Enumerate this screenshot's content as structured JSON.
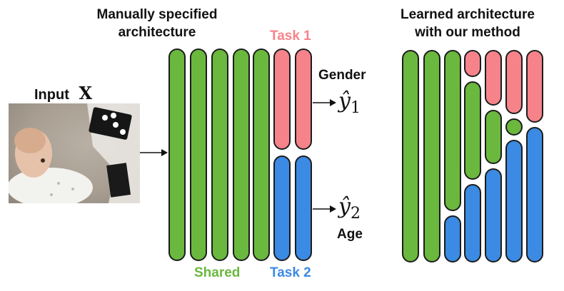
{
  "left_title": [
    "Manually specified",
    "architecture"
  ],
  "right_title": [
    "Learned architecture",
    "with our method"
  ],
  "input_label": "Input",
  "input_var": "X",
  "task1_label": "Task 1",
  "task2_label": "Task 2",
  "shared_label": "Shared",
  "gender_label": "Gender",
  "age_label": "Age",
  "y1_symbol": "ŷ",
  "y1_sub": "1",
  "y2_symbol": "ŷ",
  "y2_sub": "2",
  "colors": {
    "shared": "#6ab83e",
    "task1": "#f7838a",
    "task2": "#3b8ae4"
  }
}
